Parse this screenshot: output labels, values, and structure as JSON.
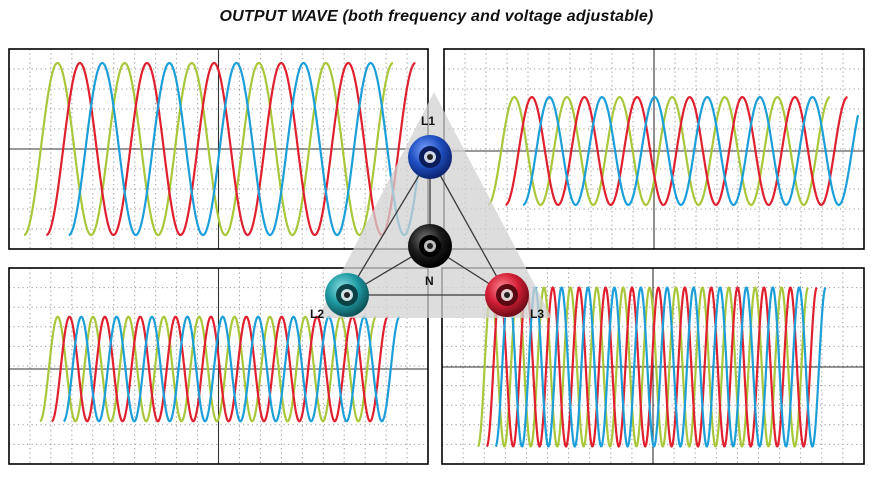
{
  "title": "OUTPUT WAVE (both frequency and voltage adjustable)",
  "colors": {
    "phase_l1": "#a9c73a",
    "phase_l2": "#e0202e",
    "phase_l3": "#1c9fd8",
    "panel_border": "#000000",
    "grid": "#9a9a9a",
    "triangle": "#d2d2d2",
    "terminal_l1": "#1f4fc0",
    "terminal_l2": "#1f9aa3",
    "terminal_l3": "#d31f35",
    "terminal_n": "#111111"
  },
  "terminals": {
    "l1": "L1",
    "l2": "L2",
    "l3": "L3",
    "n": "N"
  },
  "panels": [
    {
      "id": "top-left",
      "cycles": 5.5,
      "amplitude": 0.86
    },
    {
      "id": "top-right",
      "cycles": 6.5,
      "amplitude": 0.55
    },
    {
      "id": "bottom-left",
      "cycles": 9.5,
      "amplitude": 0.55
    },
    {
      "id": "bottom-right",
      "cycles": 12.5,
      "amplitude": 0.82
    }
  ],
  "icons": [
    "three-phase-terminal-icon"
  ]
}
